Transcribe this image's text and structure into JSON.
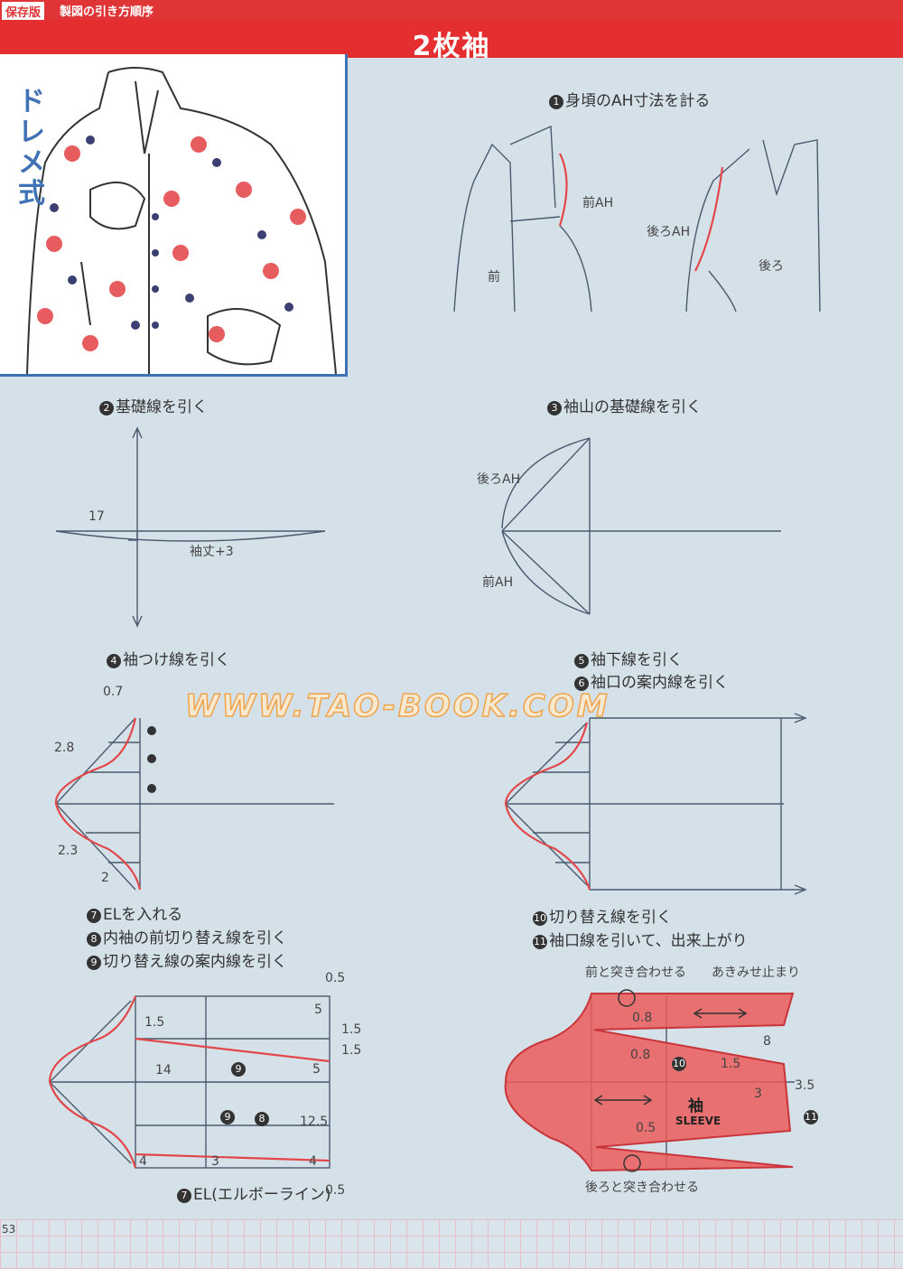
{
  "header": {
    "tag": "保存版",
    "section": "製図の引き方順序",
    "title": "2枚袖"
  },
  "illustration": {
    "method": "ドレメ式"
  },
  "steps": {
    "s1": {
      "num": "1",
      "text": "身頃のAH寸法を計る"
    },
    "s2": {
      "num": "2",
      "text": "基礎線を引く"
    },
    "s3": {
      "num": "3",
      "text": "袖山の基礎線を引く"
    },
    "s4": {
      "num": "4",
      "text": "袖つけ線を引く"
    },
    "s5": {
      "num": "5",
      "text": "袖下線を引く"
    },
    "s6": {
      "num": "6",
      "text": "袖口の案内線を引く"
    },
    "s7": {
      "num": "7",
      "text": "ELを入れる"
    },
    "s8": {
      "num": "8",
      "text": "内袖の前切り替え線を引く"
    },
    "s9": {
      "num": "9",
      "text": "切り替え線の案内線を引く"
    },
    "s10": {
      "num": "10",
      "text": "切り替え線を引く"
    },
    "s11": {
      "num": "11",
      "text": "袖口線を引いて、出来上がり"
    }
  },
  "labels": {
    "front_ah": "前AH",
    "back_ah": "後ろAH",
    "front": "前",
    "back": "後ろ",
    "d17": "17",
    "sleeve_len": "袖丈+3",
    "b_back_ah": "後ろAH",
    "b_front_ah": "前AH",
    "d07": "0.7",
    "d28": "2.8",
    "d23": "2.3",
    "d2": "2",
    "c15a": "1.5",
    "c14": "14",
    "c05t": "0.5",
    "c5a": "5",
    "c15b": "1.5",
    "c15c": "1.5",
    "c5b": "5",
    "c125": "12.5",
    "c4a": "4",
    "c3": "3",
    "c4b": "4",
    "c05b": "0.5",
    "el_note_num": "7",
    "el_note": "EL(エルボーライン)",
    "n9a": "9",
    "n9b": "9",
    "n8": "8",
    "f_front_match": "前と突き合わせる",
    "f_vent": "あきみせ止まり",
    "f08a": "0.8",
    "f08b": "0.8",
    "n10": "10",
    "f15": "1.5",
    "f8": "8",
    "f35": "3.5",
    "f3": "3",
    "f_sleeve": "袖",
    "f_sleeve_en": "SLEEVE",
    "f05": "0.5",
    "n11": "11",
    "f_back_match": "後ろと突き合わせる"
  },
  "watermark": "WWW.TAO-BOOK.COM",
  "footer": {
    "page": "53"
  },
  "colors": {
    "accent": "#e52e2f",
    "line": "#4a5a6e",
    "pattern_red": "#e2474a",
    "panel": "#d5e1e9"
  }
}
